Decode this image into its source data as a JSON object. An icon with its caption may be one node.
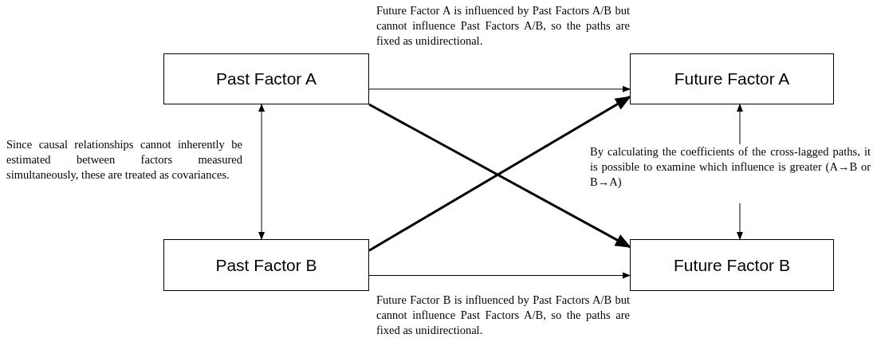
{
  "diagram": {
    "nodes": [
      {
        "text": [
          "Past Factor A"
        ]
      },
      {
        "text": [
          "Future Factor A"
        ]
      },
      {
        "text": [
          "Past Factor B"
        ]
      },
      {
        "text": [
          "Future Factor B"
        ]
      },
      {
        "text": [
          "By calculating the coefficients of the cross-lagged paths, it is possible to examine which influence is greater (A→B or B→A)"
        ]
      }
    ],
    "edges": [
      {
        "from": 0,
        "to": 1,
        "arrow": "to"
      },
      {
        "from": 0,
        "to": 3,
        "arrow": "to",
        "style": "thick"
      },
      {
        "from": 2,
        "to": 1,
        "arrow": "to",
        "style": "thick"
      },
      {
        "from": 2,
        "to": 3,
        "arrow": "to"
      },
      {
        "from": 0,
        "to": 2,
        "arrow": "both"
      },
      {
        "from": 4,
        "to": 1,
        "arrow": "to"
      },
      {
        "from": 4,
        "to": 3,
        "arrow": "to"
      }
    ],
    "labels": [
      "Future Factor A is influenced by Past Factors A/B but cannot influence Past Factors A/B, so the paths are fixed as unidirectional.",
      "Since causal relationships cannot inherently be estimated between factors measured simultaneously, these are treated as covariances.",
      "Future Factor B is influenced by Past Factors A/B but cannot influence Past Factors A/B, so the paths are fixed as unidirectional."
    ]
  }
}
